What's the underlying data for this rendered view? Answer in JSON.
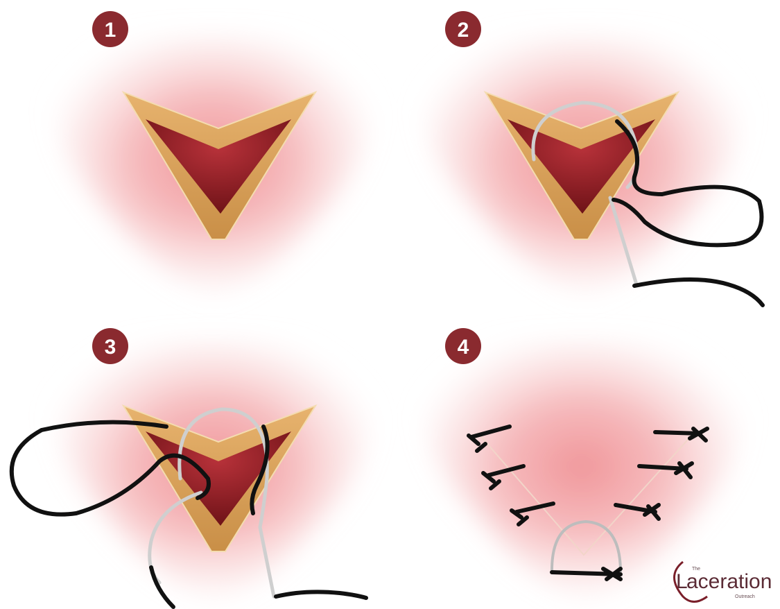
{
  "panels": [
    {
      "number": "1",
      "step": "wound"
    },
    {
      "number": "2",
      "step": "first-bite"
    },
    {
      "number": "3",
      "step": "second-bite"
    },
    {
      "number": "4",
      "step": "closed"
    }
  ],
  "logo": {
    "prefix": "The",
    "initial": "L",
    "name": "aceration",
    "suffix": "Outreach"
  },
  "colors": {
    "badge": "#8a2a2f",
    "skin_glow": "#f19c9f",
    "wound_edge": "#d9a35a",
    "wound_inner": "#8e1d22",
    "suture": "#111111",
    "needle": "#c9c9c9"
  },
  "icons": [
    "number-badge-icon",
    "wound-icon",
    "needle-icon",
    "suture-thread-icon",
    "knot-icon",
    "logo-icon"
  ]
}
